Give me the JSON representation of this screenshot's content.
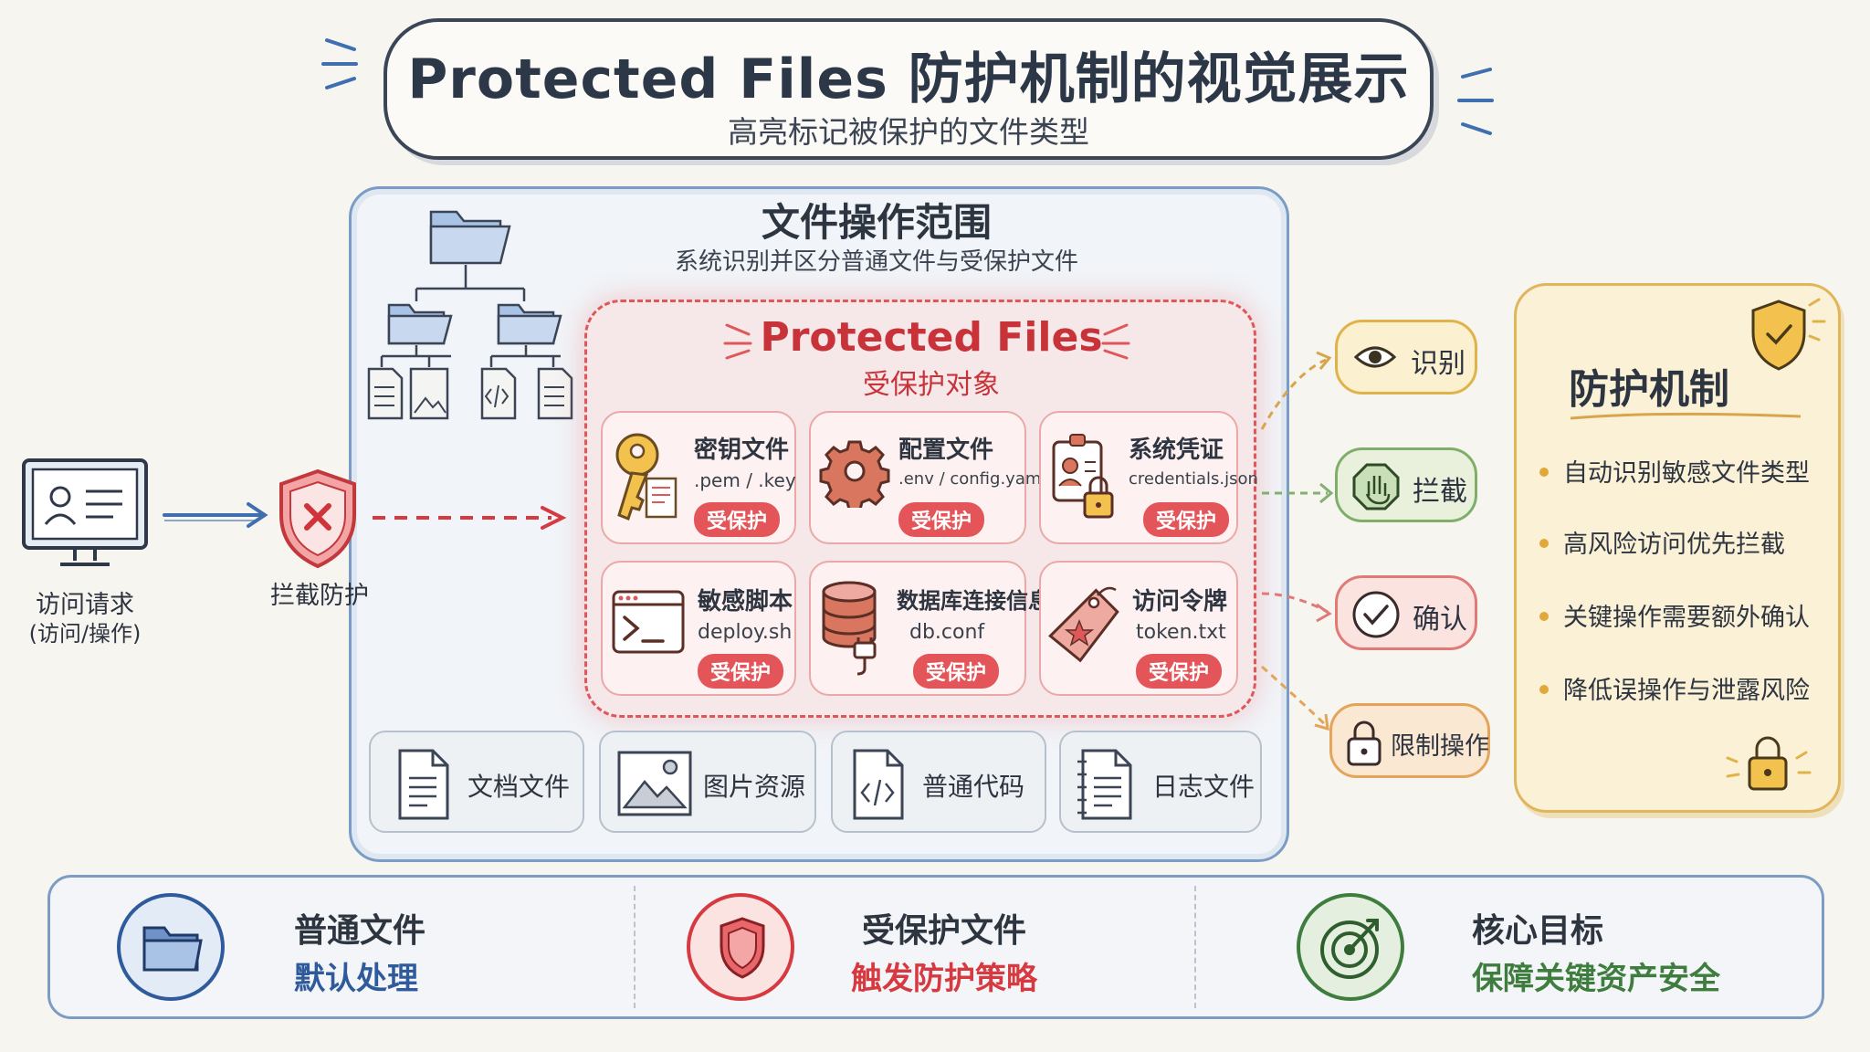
{
  "header": {
    "title": "Protected Files 防护机制的视觉展示",
    "subtitle": "高亮标记被保护的文件类型"
  },
  "scope": {
    "title": "文件操作范围",
    "subtitle": "系统识别并区分普通文件与受保护文件"
  },
  "protected": {
    "title": "Protected Files",
    "subtitle": "受保护对象",
    "cards": [
      {
        "name": "密钥文件",
        "ext": ".pem / .key",
        "badge": "受保护",
        "icon": "key-icon"
      },
      {
        "name": "配置文件",
        "ext": ".env / config.yaml",
        "badge": "受保护",
        "icon": "gear-icon"
      },
      {
        "name": "系统凭证",
        "ext": "credentials.json",
        "badge": "受保护",
        "icon": "credential-icon"
      },
      {
        "name": "敏感脚本",
        "ext": "deploy.sh",
        "badge": "受保护",
        "icon": "terminal-icon"
      },
      {
        "name": "数据库连接信息",
        "ext": "db.conf",
        "badge": "受保护",
        "icon": "database-icon"
      },
      {
        "name": "访问令牌",
        "ext": "token.txt",
        "badge": "受保护",
        "icon": "tag-icon"
      }
    ]
  },
  "normal_files": [
    {
      "label": "文档文件",
      "icon": "document-icon"
    },
    {
      "label": "图片资源",
      "icon": "image-icon"
    },
    {
      "label": "普通代码",
      "icon": "code-file-icon"
    },
    {
      "label": "日志文件",
      "icon": "log-file-icon"
    }
  ],
  "request": {
    "label": "访问请求",
    "sub": "(访问/操作)"
  },
  "intercept": {
    "label": "拦截防护"
  },
  "actions": [
    {
      "label": "识别",
      "icon": "eye-icon",
      "color": "#e0b34a",
      "fill": "#fbf0cf"
    },
    {
      "label": "拦截",
      "icon": "stop-hand-icon",
      "color": "#7fae6a",
      "fill": "#e9f1dd"
    },
    {
      "label": "确认",
      "icon": "check-circle-icon",
      "color": "#e07a76",
      "fill": "#fbe3e0"
    },
    {
      "label": "限制操作",
      "icon": "lock-icon",
      "color": "#e4a45a",
      "fill": "#fbe8d3"
    }
  ],
  "mechanism": {
    "title": "防护机制",
    "items": [
      "自动识别敏感文件类型",
      "高风险访问优先拦截",
      "关键操作需要额外确认",
      "降低误操作与泄露风险"
    ]
  },
  "legend": [
    {
      "title": "普通文件",
      "desc": "默认处理",
      "color": "#2f5b9c",
      "icon": "folder-icon"
    },
    {
      "title": "受保护文件",
      "desc": "触发防护策略",
      "color": "#d6393f",
      "icon": "shield-icon"
    },
    {
      "title": "核心目标",
      "desc": "保障关键资产安全",
      "color": "#3f7d3e",
      "icon": "target-icon"
    }
  ],
  "colors": {
    "accent_red": "#e0575a",
    "accent_blue": "#7a9cc7",
    "accent_gold": "#e1b65b"
  }
}
